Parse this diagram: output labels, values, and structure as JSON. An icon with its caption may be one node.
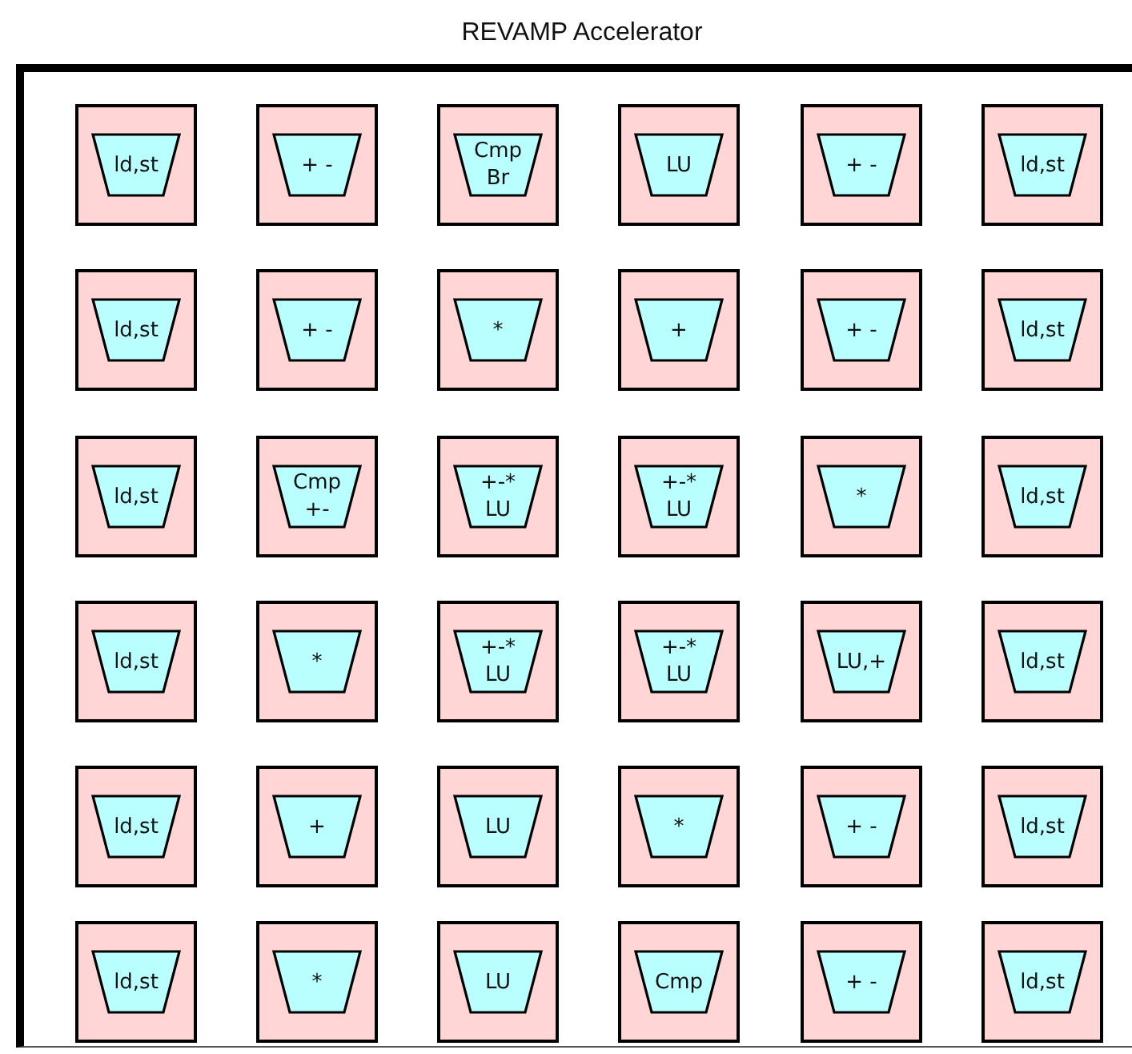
{
  "diagram": {
    "nodes": [
      {
        "text": [
          "REVAMP Accelerator"
        ]
      },
      {
        "text": [],
        "shape": "box",
        "in": 0
      },
      {
        "text": [
          "ld,st"
        ],
        "in": 1
      },
      {
        "text": [],
        "shape": "box",
        "in": 0
      },
      {
        "text": [
          "+ -"
        ],
        "in": 3
      },
      {
        "text": [],
        "shape": "box",
        "in": 0
      },
      {
        "text": [
          "Cmp Br"
        ],
        "in": 5
      },
      {
        "text": [],
        "shape": "box",
        "in": 0
      },
      {
        "text": [
          "LU"
        ],
        "in": 7
      },
      {
        "text": [],
        "shape": "box",
        "in": 0
      },
      {
        "text": [
          "+ -"
        ],
        "in": 9
      },
      {
        "text": [],
        "shape": "box",
        "in": 0
      },
      {
        "text": [
          "ld,st"
        ],
        "in": 11
      },
      {
        "text": [],
        "shape": "box",
        "in": 0
      },
      {
        "text": [
          "ld,st"
        ],
        "in": 13
      },
      {
        "text": [],
        "shape": "box",
        "in": 0
      },
      {
        "text": [
          "+ -"
        ],
        "in": 15
      },
      {
        "text": [],
        "shape": "box",
        "in": 0
      },
      {
        "text": [
          "*"
        ],
        "in": 17
      },
      {
        "text": [],
        "shape": "box",
        "in": 0
      },
      {
        "text": [
          "+"
        ],
        "in": 19
      },
      {
        "text": [],
        "shape": "box",
        "in": 0
      },
      {
        "text": [
          "+ -"
        ],
        "in": 21
      },
      {
        "text": [],
        "shape": "box",
        "in": 0
      },
      {
        "text": [
          "ld,st"
        ],
        "in": 23
      },
      {
        "text": [],
        "shape": "box",
        "in": 0
      },
      {
        "text": [
          "ld,st"
        ],
        "in": 25
      },
      {
        "text": [],
        "shape": "box",
        "in": 0
      },
      {
        "text": [
          "Cmp +-"
        ],
        "in": 27
      },
      {
        "text": [],
        "shape": "box",
        "in": 0
      },
      {
        "text": [
          "+-* LU"
        ],
        "in": 29
      },
      {
        "text": [],
        "shape": "box",
        "in": 0
      },
      {
        "text": [
          "+-* LU"
        ],
        "in": 31
      },
      {
        "text": [],
        "shape": "box",
        "in": 0
      },
      {
        "text": [
          "*"
        ],
        "in": 33
      },
      {
        "text": [],
        "shape": "box",
        "in": 0
      },
      {
        "text": [
          "ld,st"
        ],
        "in": 35
      },
      {
        "text": [],
        "shape": "box",
        "in": 0
      },
      {
        "text": [
          "ld,st"
        ],
        "in": 37
      },
      {
        "text": [],
        "shape": "box",
        "in": 0
      },
      {
        "text": [
          "*"
        ],
        "in": 39
      },
      {
        "text": [],
        "shape": "box",
        "in": 0
      },
      {
        "text": [
          "+-* LU"
        ],
        "in": 41
      },
      {
        "text": [],
        "shape": "box",
        "in": 0
      },
      {
        "text": [
          "+-* LU"
        ],
        "in": 43
      },
      {
        "text": [],
        "shape": "box",
        "in": 0
      },
      {
        "text": [
          "LU,+"
        ],
        "in": 45
      },
      {
        "text": [],
        "shape": "box",
        "in": 0
      },
      {
        "text": [
          "ld,st"
        ],
        "in": 47
      },
      {
        "text": [],
        "shape": "box",
        "in": 0
      },
      {
        "text": [
          "ld,st"
        ],
        "in": 49
      },
      {
        "text": [],
        "shape": "box",
        "in": 0
      },
      {
        "text": [
          "+"
        ],
        "in": 51
      },
      {
        "text": [],
        "shape": "box",
        "in": 0
      },
      {
        "text": [
          "LU"
        ],
        "in": 53
      },
      {
        "text": [],
        "shape": "box",
        "in": 0
      },
      {
        "text": [
          "*"
        ],
        "in": 55
      },
      {
        "text": [],
        "shape": "box",
        "in": 0
      },
      {
        "text": [
          "+ -"
        ],
        "in": 57
      },
      {
        "text": [],
        "shape": "box",
        "in": 0
      },
      {
        "text": [
          "ld,st"
        ],
        "in": 59
      },
      {
        "text": [],
        "shape": "box",
        "in": 0
      },
      {
        "text": [
          "ld,st"
        ],
        "in": 61
      },
      {
        "text": [],
        "shape": "box",
        "in": 0
      },
      {
        "text": [
          "*"
        ],
        "in": 63
      },
      {
        "text": [],
        "shape": "box",
        "in": 0
      },
      {
        "text": [
          "LU"
        ],
        "in": 65
      },
      {
        "text": [],
        "shape": "box",
        "in": 0
      },
      {
        "text": [
          "Cmp"
        ],
        "in": 67
      },
      {
        "text": [],
        "shape": "box",
        "in": 0
      },
      {
        "text": [
          "+ -"
        ],
        "in": 69
      },
      {
        "text": [],
        "shape": "box",
        "in": 0
      },
      {
        "text": [
          "ld,st"
        ],
        "in": 71
      }
    ]
  }
}
